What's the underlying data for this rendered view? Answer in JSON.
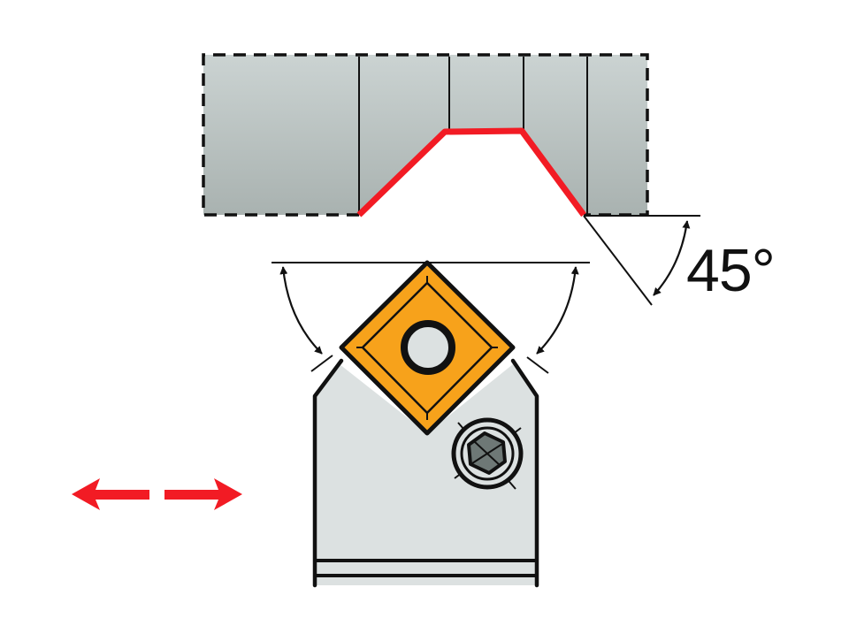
{
  "diagram": {
    "type": "turning-tool-illustration",
    "angle_label": "45°",
    "colors": {
      "workpiece_fill_top": "#C9D1D0",
      "workpiece_fill_bottom": "#AAB3B1",
      "profile_red": "#F21B24",
      "insert_orange": "#F7A21B",
      "holder_fill": "#DCE1E1",
      "screw_gray": "#6E7876",
      "outline": "#111111",
      "background": "#FFFFFF"
    },
    "elements": {
      "workpiece": "Workpiece block (dashed outline) with profiled groove",
      "profile": "Machined contour (red)",
      "insert": "Square insert rotated 45° with center hole",
      "holder": "Tool holder body",
      "screw": "Clamping screw (hex socket)",
      "feed_arrows": "Bidirectional feed direction arrows"
    }
  }
}
